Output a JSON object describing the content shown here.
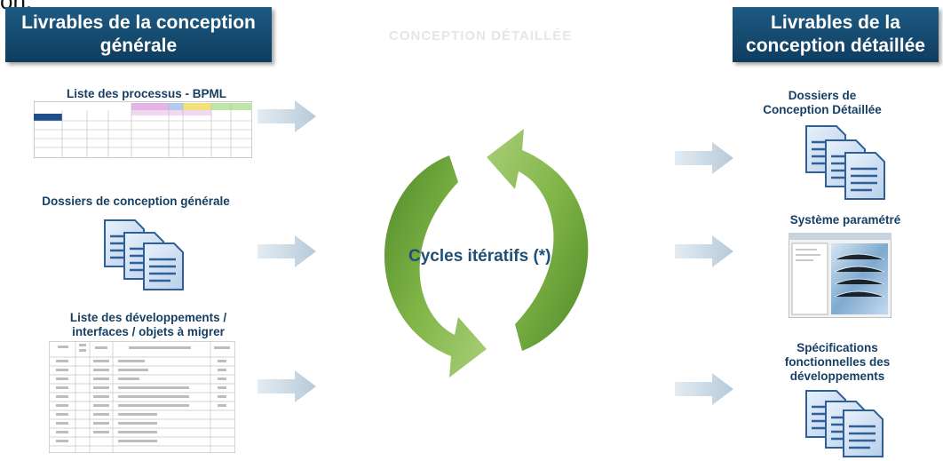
{
  "top_cut_text": "on.",
  "left_header": {
    "line1": "Livrables de la conception",
    "line2": "générale"
  },
  "right_header": {
    "line1": "Livrables de la",
    "line2": "conception détaillée"
  },
  "faded_title": "CONCEPTION DÉTAILLÉE",
  "center_label": "Cycles itératifs (*)",
  "left_items": [
    {
      "label": "Liste des processus - BPML"
    },
    {
      "label": "Dossiers de conception générale"
    },
    {
      "line1": "Liste des développements /",
      "line2": "interfaces / objets à migrer"
    }
  ],
  "right_items": [
    {
      "line1": "Dossiers de",
      "line2": "Conception Détaillée"
    },
    {
      "label": "Système paramétré"
    },
    {
      "line1": "Spécifications",
      "line2": "fonctionnelles des",
      "line3": "développements"
    }
  ],
  "colors": {
    "header": "#0f3d5f",
    "label": "#173f64",
    "arrow_green": "#6aa33a",
    "block_arrow": "#c9d9e6",
    "doc_blue": "#3a6fb0"
  },
  "icons": [
    "document-stack-icon",
    "block-arrow-icon",
    "cycle-arrow-icon",
    "screenshot-thumbnail"
  ]
}
